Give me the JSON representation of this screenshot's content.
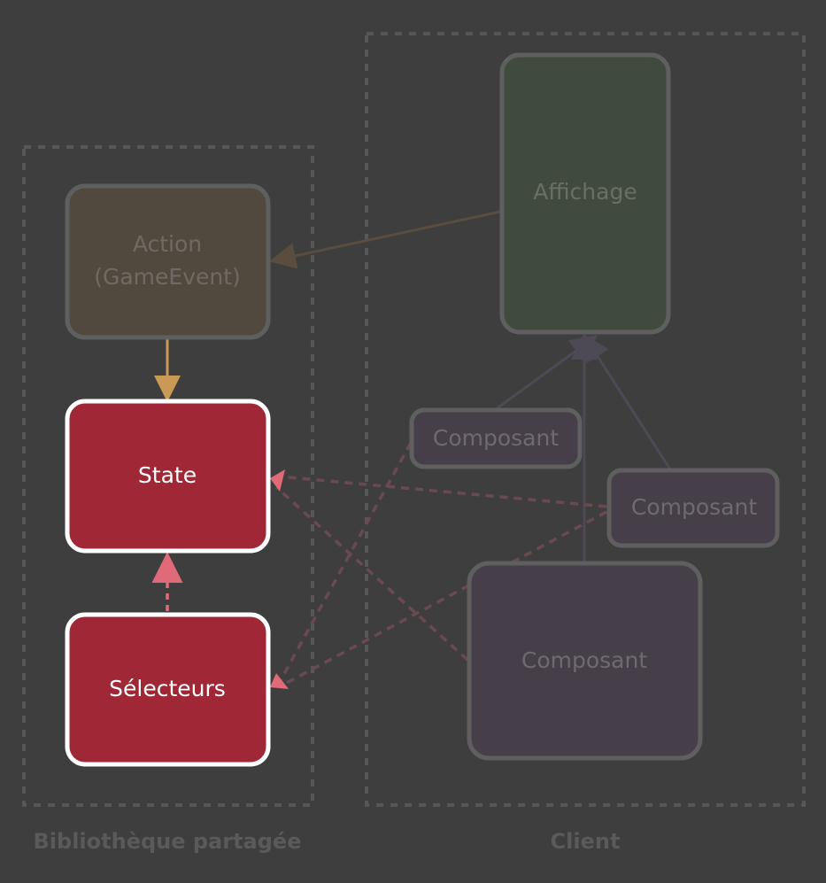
{
  "groups": {
    "shared": "Bibliothèque partagée",
    "client": "Client"
  },
  "nodes": {
    "action_line1": "Action",
    "action_line2": "(GameEvent)",
    "state": "State",
    "selectors": "Sélecteurs",
    "display": "Affichage",
    "component1": "Composant",
    "component2": "Composant",
    "component3": "Composant"
  },
  "colors": {
    "background": "#3e3e3e",
    "highlight_fill": "#a02735",
    "action_fill": "#52493e",
    "display_fill": "#404a3d",
    "component_fill": "#463f4a",
    "dep_arrow": "#e06a78",
    "action_arrow": "#c89a55"
  }
}
